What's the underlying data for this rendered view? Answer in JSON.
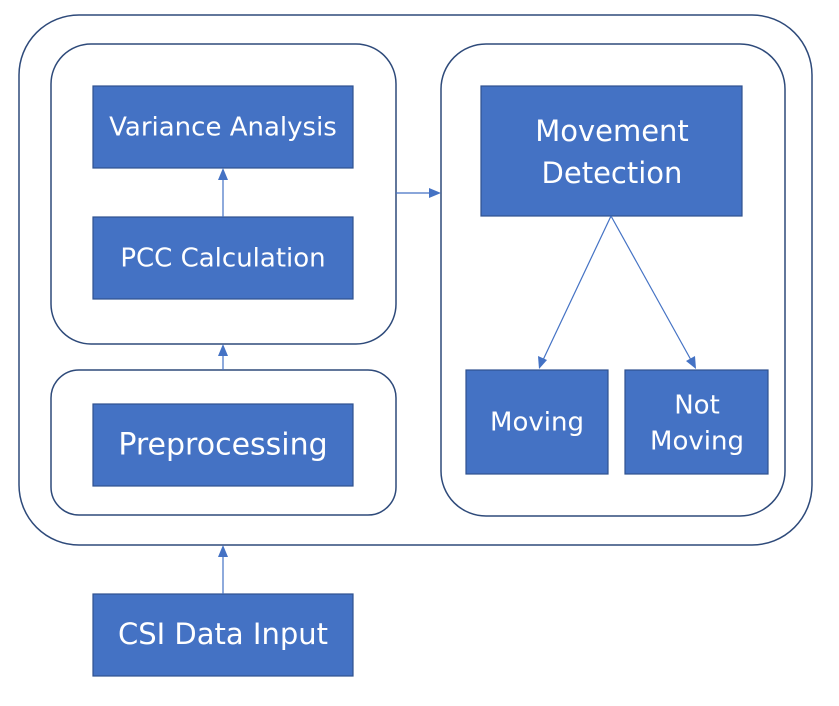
{
  "diagram": {
    "nodes": {
      "variance_analysis": {
        "label": "Variance Analysis"
      },
      "pcc_calculation": {
        "label": "PCC Calculation"
      },
      "preprocessing": {
        "label": "Preprocessing"
      },
      "movement_detection": {
        "label_line1": "Movement",
        "label_line2": "Detection"
      },
      "moving": {
        "label": "Moving"
      },
      "not_moving": {
        "label_line1": "Not",
        "label_line2": "Moving"
      },
      "csi_data_input": {
        "label": "CSI Data Input"
      }
    },
    "colors": {
      "box_fill": "#4472c4",
      "box_border": "#2f528f",
      "frame_border": "#2e4a7a",
      "arrow": "#4472c4",
      "text": "#ffffff"
    },
    "edges": [
      {
        "from": "csi_data_input",
        "to": "processing-group"
      },
      {
        "from": "preprocessing",
        "to": "pcc-variance-group"
      },
      {
        "from": "pcc_calculation",
        "to": "variance_analysis"
      },
      {
        "from": "pcc-variance-group",
        "to": "detection-group"
      },
      {
        "from": "movement_detection",
        "to": "moving"
      },
      {
        "from": "movement_detection",
        "to": "not_moving"
      }
    ]
  }
}
